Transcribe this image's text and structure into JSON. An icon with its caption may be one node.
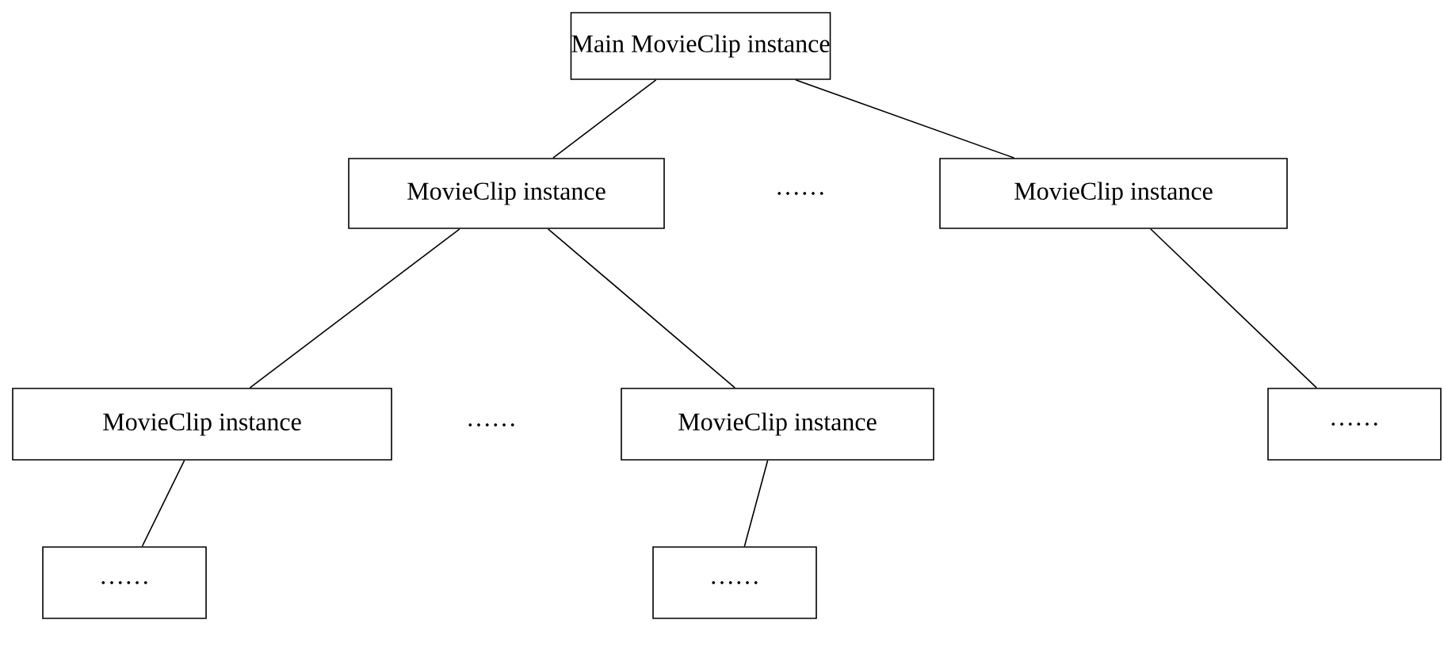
{
  "diagram": {
    "nodes": [
      {
        "text": [
          "Main MovieClip instance"
        ]
      },
      {
        "text": [
          "MovieClip instance"
        ]
      },
      {
        "text": [
          "MovieClip instance"
        ]
      },
      {
        "text": [
          "MovieClip instance"
        ]
      },
      {
        "text": [
          "MovieClip instance"
        ]
      },
      {
        "text": [
          "……"
        ]
      },
      {
        "text": [
          "……"
        ]
      },
      {
        "text": [
          "……"
        ]
      }
    ],
    "edges": [
      {
        "from": 0,
        "to": 1,
        "arrow": "none"
      },
      {
        "from": 0,
        "to": 2,
        "arrow": "none"
      },
      {
        "from": 1,
        "to": 3,
        "arrow": "none"
      },
      {
        "from": 1,
        "to": 4,
        "arrow": "none"
      },
      {
        "from": 2,
        "to": 5,
        "arrow": "none"
      },
      {
        "from": 3,
        "to": 6,
        "arrow": "none"
      },
      {
        "from": 4,
        "to": 7,
        "arrow": "none"
      }
    ],
    "labels": [
      "……",
      "……"
    ]
  }
}
